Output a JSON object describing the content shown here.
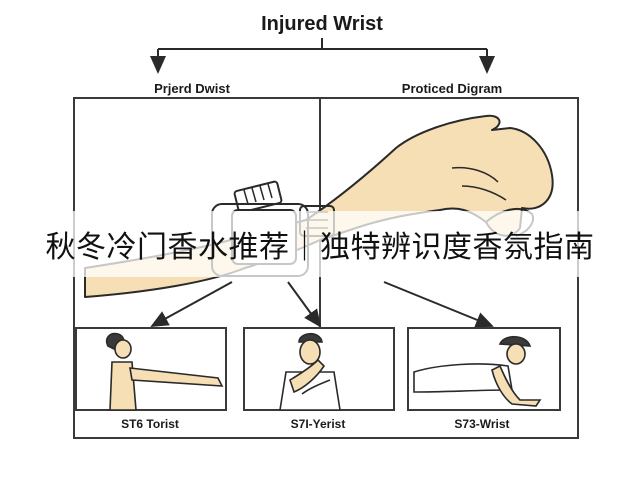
{
  "diagram": {
    "title": "Injured Wrist",
    "panel_left_label": "Prjerd Dwist",
    "panel_right_label": "Proticed Digram",
    "thumbnails": [
      {
        "caption": "ST6 Torist"
      },
      {
        "caption": "S7I-Yerist"
      },
      {
        "caption": "S73-Wrist"
      }
    ]
  },
  "overlay": {
    "text": "秋冬冷门香水推荐｜独特辨识度香氛指南"
  },
  "colors": {
    "background": "#ffffff",
    "skin": "#f6deb5",
    "outline": "#2a2a2a",
    "frame": "#3a3a3a",
    "text": "#1a1a1a"
  }
}
